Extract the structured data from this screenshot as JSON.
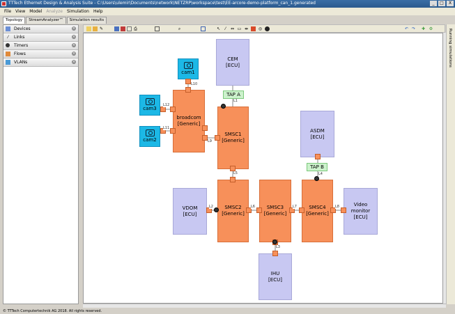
{
  "window": {
    "title": "TTTech Ethernet Design & Analysis Suite - C:\\Users\\ulemir\\Documents\\network\\NETZRP\\workspace\\test\\EE-arcore-demo-platform_can_1.generated",
    "controls": [
      "_",
      "□",
      "X"
    ]
  },
  "menu": [
    "File",
    "View",
    "Model",
    "Analyze",
    "Simulation",
    "Help"
  ],
  "menu_disabled": "Analyze",
  "tabs": [
    "Topology",
    "StreamAnalyzer™",
    "Simulation results"
  ],
  "sidebar": {
    "items": [
      {
        "label": "Devices",
        "icon": "devices-icon"
      },
      {
        "label": "Links",
        "icon": "links-icon"
      },
      {
        "label": "Timers",
        "icon": "timers-icon"
      },
      {
        "label": "Flows",
        "icon": "flows-icon"
      },
      {
        "label": "VLANs",
        "icon": "vlans-icon"
      }
    ]
  },
  "right_panel_label": "Running simulations",
  "status_text": "© TTTech Computertechnik AG 2018. All rights reserved.",
  "nodes": {
    "cem": {
      "name": "CEM",
      "type": "[ECU]"
    },
    "asdm": {
      "name": "ASDM",
      "type": "[ECU]"
    },
    "vdom": {
      "name": "VDOM",
      "type": "[ECU]"
    },
    "ihu": {
      "name": "IHU",
      "type": "[ECU]"
    },
    "video": {
      "name": "Video monitor",
      "type": "[ECU]"
    },
    "broadcom": {
      "name": "broadcom",
      "type": "[Generic]"
    },
    "smsc1": {
      "name": "SMSC1",
      "type": "[Generic]"
    },
    "smsc2": {
      "name": "SMSC2",
      "type": "[Generic]"
    },
    "smsc3": {
      "name": "SMSC3",
      "type": "[Generic]"
    },
    "smsc4": {
      "name": "SMSC4",
      "type": "[Generic]"
    },
    "tapA": {
      "name": "TAP A"
    },
    "tapB": {
      "name": "TAP B"
    },
    "cam1": {
      "name": "cam1"
    },
    "cam2": {
      "name": "cam2"
    },
    "cam3": {
      "name": "cam3"
    }
  },
  "links": {
    "l1": "L1",
    "l2": "L2",
    "l3": "L3",
    "l4": "L4",
    "l5": "L5",
    "l6": "L6",
    "l7": "L7",
    "l8": "L8",
    "l9": "L9",
    "l10": "L10",
    "l11": "L11",
    "l12": "L12"
  }
}
